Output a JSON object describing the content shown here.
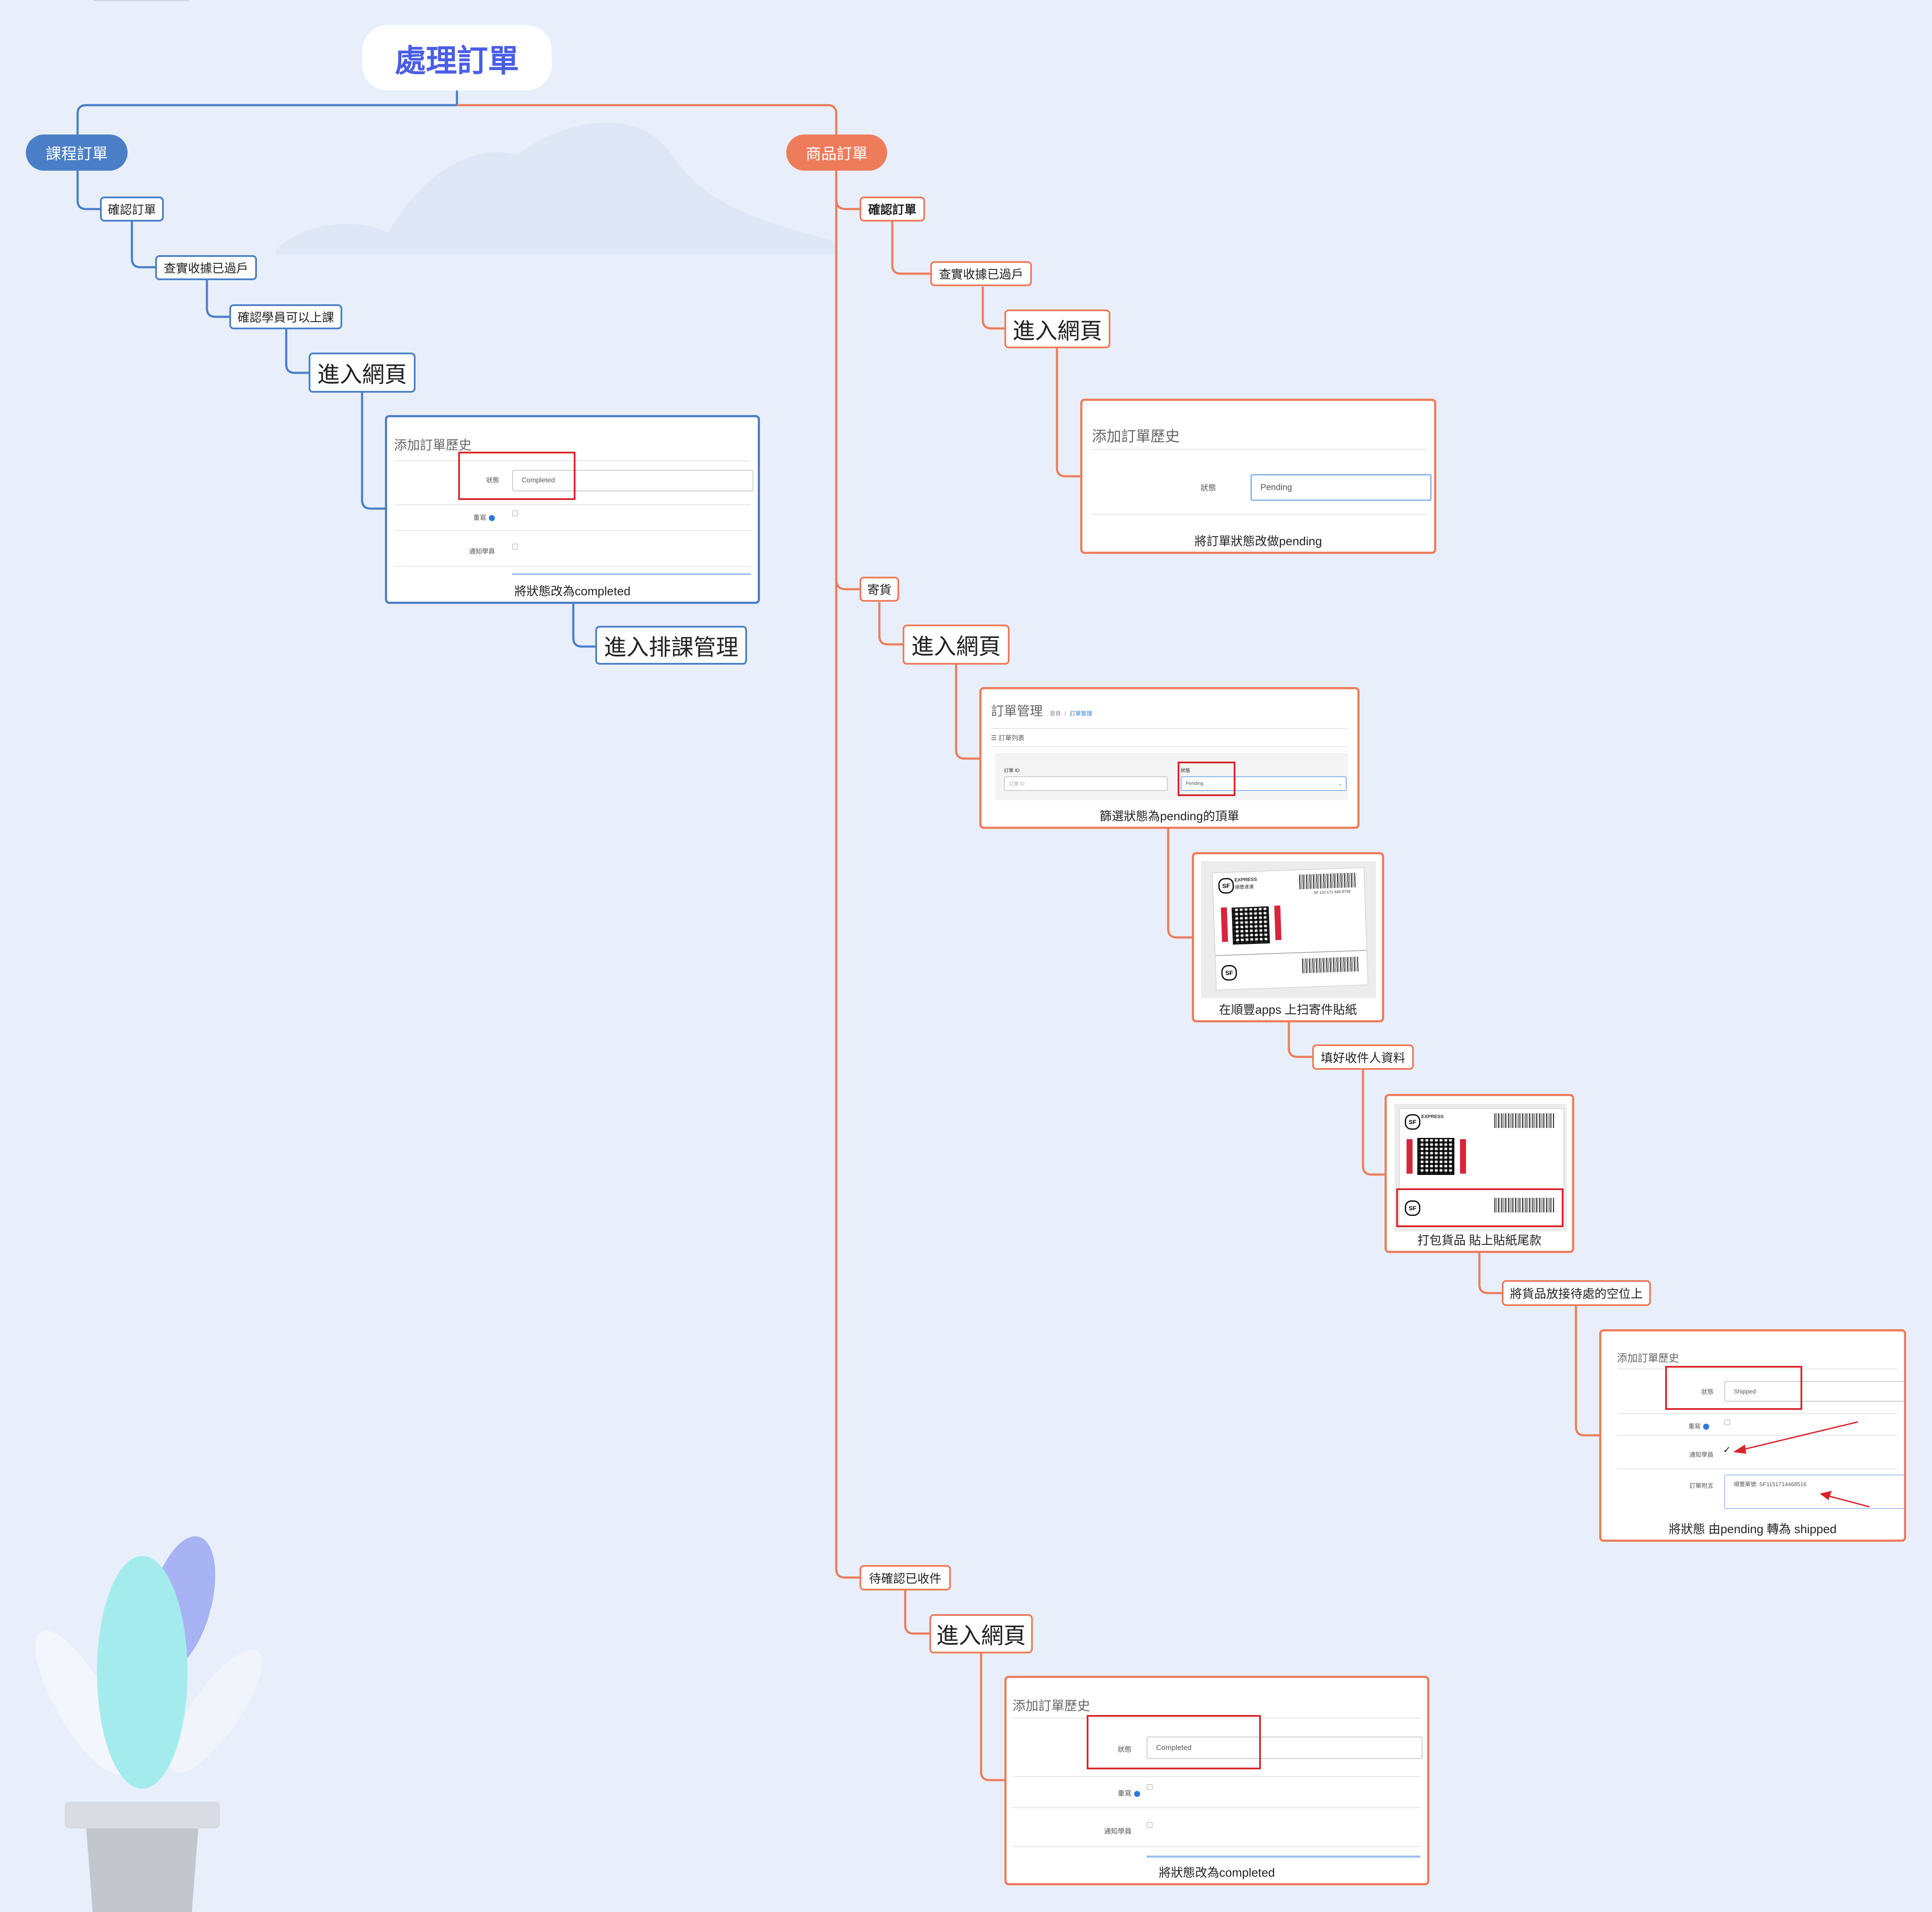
{
  "root": {
    "title": "處理訂單"
  },
  "left": {
    "branch_label": "課程訂單",
    "steps": [
      "確認訂單",
      "查實收據已過戶",
      "確認學員可以上課",
      "進入網頁"
    ],
    "card": {
      "title": "添加訂單歷史",
      "status_label": "狀態",
      "status_value": "Completed",
      "remark_label": "重寫",
      "notify_label": "通知學員",
      "caption": "將狀態改為completed"
    },
    "after_card": "進入排課管理"
  },
  "right": {
    "branch_label": "商品訂單",
    "confirm": {
      "label": "確認訂單",
      "check": "查實收據已過戶",
      "web": "進入網頁",
      "card": {
        "title": "添加訂單歷史",
        "status_label": "狀態",
        "status_value": "Pending",
        "caption": "將訂單狀態改做pending"
      }
    },
    "ship": {
      "label": "寄貨",
      "web": "進入網頁",
      "filter_card": {
        "title": "訂單管理",
        "breadcrumb_home": "首頁",
        "breadcrumb_sep": "/",
        "breadcrumb_current": "訂單管理",
        "panel_title": "訂單列表",
        "order_id_label": "訂單 ID",
        "order_id_placeholder": "訂單 ID",
        "status_label": "狀態",
        "status_value": "Pending",
        "caption": "篩選狀態為pending的頂單"
      },
      "scan_card": {
        "caption": "在順豐apps 上扫寄件貼紙",
        "label_express": "EXPRESS",
        "label_cn": "順豐速運",
        "tracking": "SF 110 171 446 8758"
      },
      "fill": "填好收件人資料",
      "pack_card": {
        "caption": "打包貨品 貼上貼紙尾款"
      },
      "place": "將貨品放接待處的空位上",
      "shipped_card": {
        "title": "添加訂單歷史",
        "status_label": "狀態",
        "status_value": "Shipped",
        "remark_label": "重寫",
        "notify_label": "通知學員",
        "comment_label": "訂單附言",
        "comment_value": "順豐單號: SF1151714468516",
        "caption": "將狀態 由pending 轉為 shipped"
      }
    },
    "receive": {
      "label": "待確認已收件",
      "web": "進入網頁",
      "card": {
        "title": "添加訂單歷史",
        "status_label": "狀態",
        "status_value": "Completed",
        "remark_label": "重寫",
        "notify_label": "通知學員",
        "caption": "將狀態改為completed"
      }
    }
  },
  "colors": {
    "blue": "#4a7fc7",
    "orange": "#ee7c5b",
    "title": "#4a5ee6",
    "background": "#e8effb",
    "highlight": "#d8232a"
  }
}
